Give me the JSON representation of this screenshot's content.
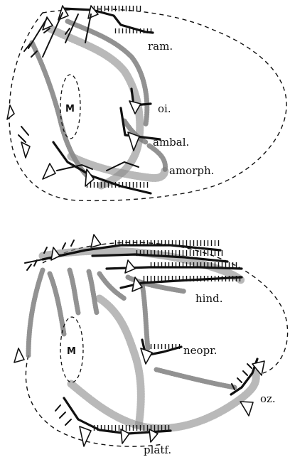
{
  "top_figure": {
    "mouth_label": "M",
    "labels": {
      "ram": "ram.",
      "oi": "oi.",
      "ambal": "ambal.",
      "amorph": "amorph."
    }
  },
  "bottom_figure": {
    "mouth_label": "M",
    "labels": {
      "hind": "hind.",
      "neopr": "neopr.",
      "oz": "oz.",
      "platf": "platf."
    }
  }
}
